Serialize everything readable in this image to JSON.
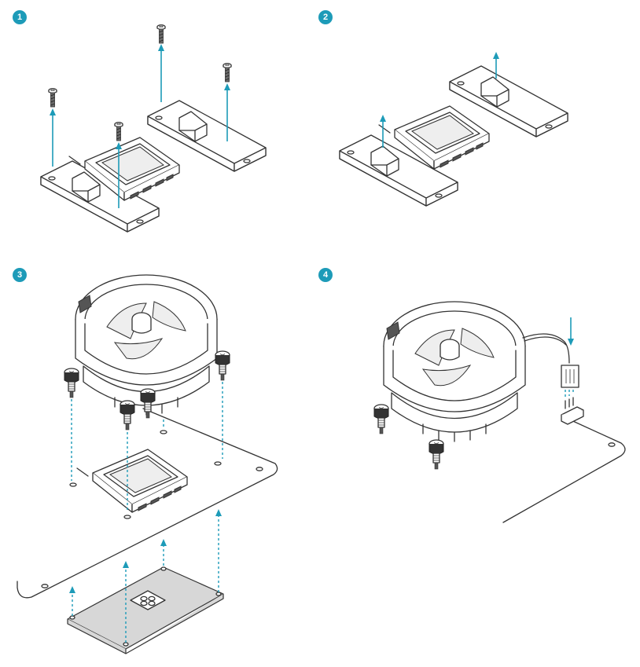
{
  "colors": {
    "accent": "#1d9bb8",
    "line": "#333333",
    "background": "#ffffff"
  },
  "steps": [
    {
      "number": "1"
    },
    {
      "number": "2"
    },
    {
      "number": "3"
    },
    {
      "number": "4"
    }
  ]
}
